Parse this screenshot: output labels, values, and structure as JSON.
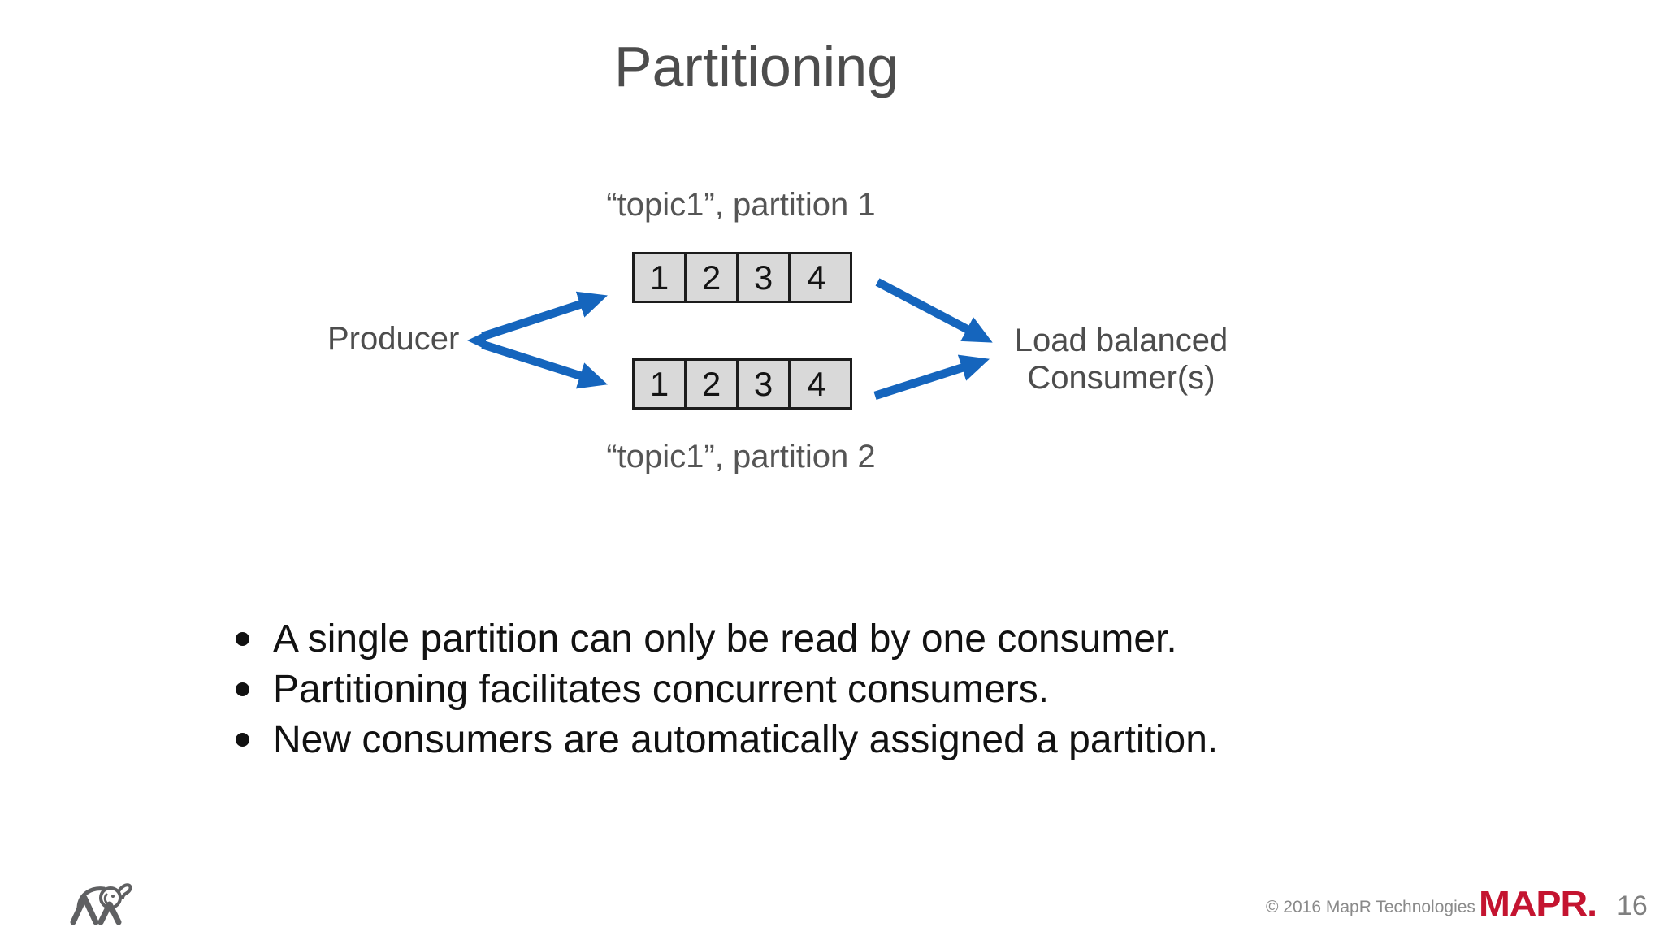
{
  "slide": {
    "title": "Partitioning",
    "diagram": {
      "partition1_label": "“topic1”, partition 1",
      "partition2_label": "“topic1”, partition 2",
      "producer_label": "Producer",
      "consumer_label_line1": "Load balanced",
      "consumer_label_line2": "Consumer(s)",
      "partition1_cells": [
        "1",
        "2",
        "3",
        "4"
      ],
      "partition2_cells": [
        "1",
        "2",
        "3",
        "4"
      ]
    },
    "bullets": [
      "A single partition can only be read by one consumer.",
      "Partitioning facilitates concurrent consumers.",
      "New consumers are automatically assigned a partition."
    ],
    "footer": {
      "copyright": "© 2016 MapR Technologies",
      "brand": "MAPR.",
      "page_number": "16"
    },
    "colors": {
      "arrow_blue": "#1565bd",
      "cell_fill": "#d9d9d9",
      "cell_border": "#1c1c1c",
      "brand_red": "#c41430",
      "title_gray": "#4d4d4d"
    },
    "icons": {
      "footer_logo": "elephant-outline-icon"
    }
  }
}
